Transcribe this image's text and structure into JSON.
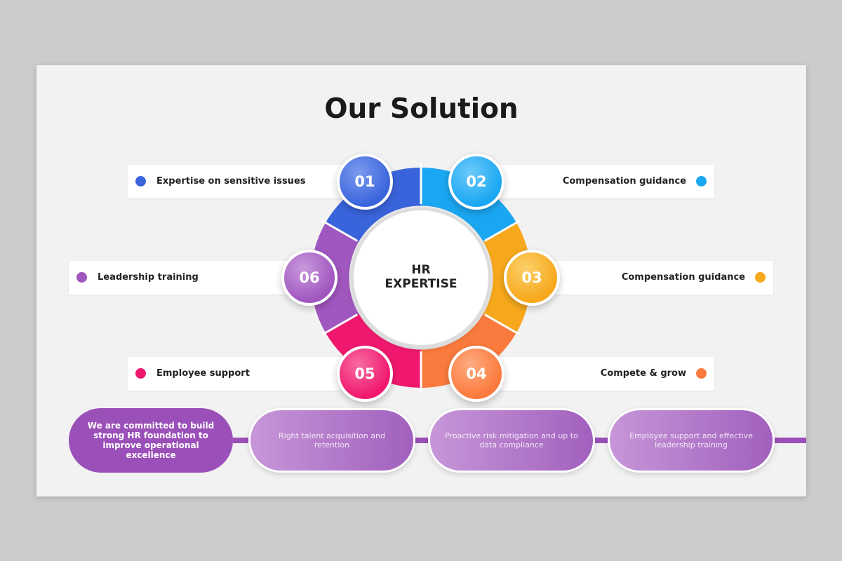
{
  "title": "Our Solution",
  "center": {
    "line1": "HR",
    "line2": "EXPERTISE"
  },
  "items": [
    {
      "number": "01",
      "label": "Expertise on sensitive issues",
      "color": "#3a64db"
    },
    {
      "number": "02",
      "label": "Compensation guidance",
      "color": "#1aa7f2"
    },
    {
      "number": "03",
      "label": "Compensation guidance",
      "color": "#f7a81c"
    },
    {
      "number": "04",
      "label": "Compete & grow",
      "color": "#fb7a3d"
    },
    {
      "number": "05",
      "label": "Employee support",
      "color": "#f0186e"
    },
    {
      "number": "06",
      "label": "Leadership training",
      "color": "#a057bf"
    }
  ],
  "pills": [
    {
      "text": "We are committed to build strong HR foundation to improve operational excellence"
    },
    {
      "text": "Right talent acquisition and retention"
    },
    {
      "text": "Proactive risk mitigation and up to data compliance"
    },
    {
      "text": "Employee support and effective leadership training"
    }
  ],
  "connector_color": "#9b4fb8"
}
